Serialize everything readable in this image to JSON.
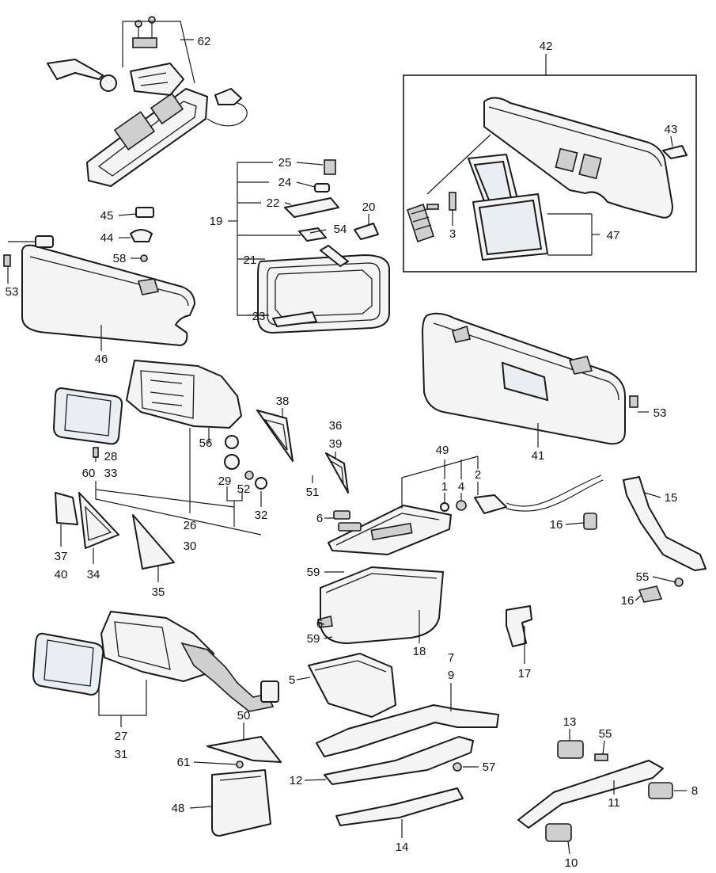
{
  "callouts": [
    {
      "id": "c62",
      "label": "62"
    },
    {
      "id": "c42",
      "label": "42"
    },
    {
      "id": "c43",
      "label": "43"
    },
    {
      "id": "c47",
      "label": "47"
    },
    {
      "id": "c3",
      "label": "3"
    },
    {
      "id": "c25",
      "label": "25"
    },
    {
      "id": "c24",
      "label": "24"
    },
    {
      "id": "c22",
      "label": "22"
    },
    {
      "id": "c19",
      "label": "19"
    },
    {
      "id": "c20",
      "label": "20"
    },
    {
      "id": "c54",
      "label": "54"
    },
    {
      "id": "c21",
      "label": "21"
    },
    {
      "id": "c23",
      "label": "23"
    },
    {
      "id": "c45",
      "label": "45"
    },
    {
      "id": "c44",
      "label": "44"
    },
    {
      "id": "c58",
      "label": "58"
    },
    {
      "id": "c53a",
      "label": "53"
    },
    {
      "id": "c46",
      "label": "46"
    },
    {
      "id": "c53b",
      "label": "53"
    },
    {
      "id": "c41",
      "label": "41"
    },
    {
      "id": "c28",
      "label": "28"
    },
    {
      "id": "c60",
      "label": "60"
    },
    {
      "id": "c33",
      "label": "33"
    },
    {
      "id": "c56",
      "label": "56"
    },
    {
      "id": "c38",
      "label": "38"
    },
    {
      "id": "c36",
      "label": "36"
    },
    {
      "id": "c39",
      "label": "39"
    },
    {
      "id": "c29",
      "label": "29"
    },
    {
      "id": "c52",
      "label": "52"
    },
    {
      "id": "c51",
      "label": "51"
    },
    {
      "id": "c32",
      "label": "32"
    },
    {
      "id": "c26",
      "label": "26"
    },
    {
      "id": "c30",
      "label": "30"
    },
    {
      "id": "c37",
      "label": "37"
    },
    {
      "id": "c40",
      "label": "40"
    },
    {
      "id": "c34",
      "label": "34"
    },
    {
      "id": "c35",
      "label": "35"
    },
    {
      "id": "c49",
      "label": "49"
    },
    {
      "id": "c1",
      "label": "1"
    },
    {
      "id": "c4",
      "label": "4"
    },
    {
      "id": "c2",
      "label": "2"
    },
    {
      "id": "c15",
      "label": "15"
    },
    {
      "id": "c6a",
      "label": "6"
    },
    {
      "id": "c16a",
      "label": "16"
    },
    {
      "id": "c59a",
      "label": "59"
    },
    {
      "id": "c55a",
      "label": "55"
    },
    {
      "id": "c16b",
      "label": "16"
    },
    {
      "id": "c6b",
      "label": "6"
    },
    {
      "id": "c59b",
      "label": "59"
    },
    {
      "id": "c18",
      "label": "18"
    },
    {
      "id": "c17",
      "label": "17"
    },
    {
      "id": "c5",
      "label": "5"
    },
    {
      "id": "c7",
      "label": "7"
    },
    {
      "id": "c9",
      "label": "9"
    },
    {
      "id": "c27",
      "label": "27"
    },
    {
      "id": "c31",
      "label": "31"
    },
    {
      "id": "c50",
      "label": "50"
    },
    {
      "id": "c61",
      "label": "61"
    },
    {
      "id": "c48",
      "label": "48"
    },
    {
      "id": "c12",
      "label": "12"
    },
    {
      "id": "c57",
      "label": "57"
    },
    {
      "id": "c14",
      "label": "14"
    },
    {
      "id": "c13",
      "label": "13"
    },
    {
      "id": "c55b",
      "label": "55"
    },
    {
      "id": "c8",
      "label": "8"
    },
    {
      "id": "c11",
      "label": "11"
    },
    {
      "id": "c10",
      "label": "10"
    }
  ]
}
